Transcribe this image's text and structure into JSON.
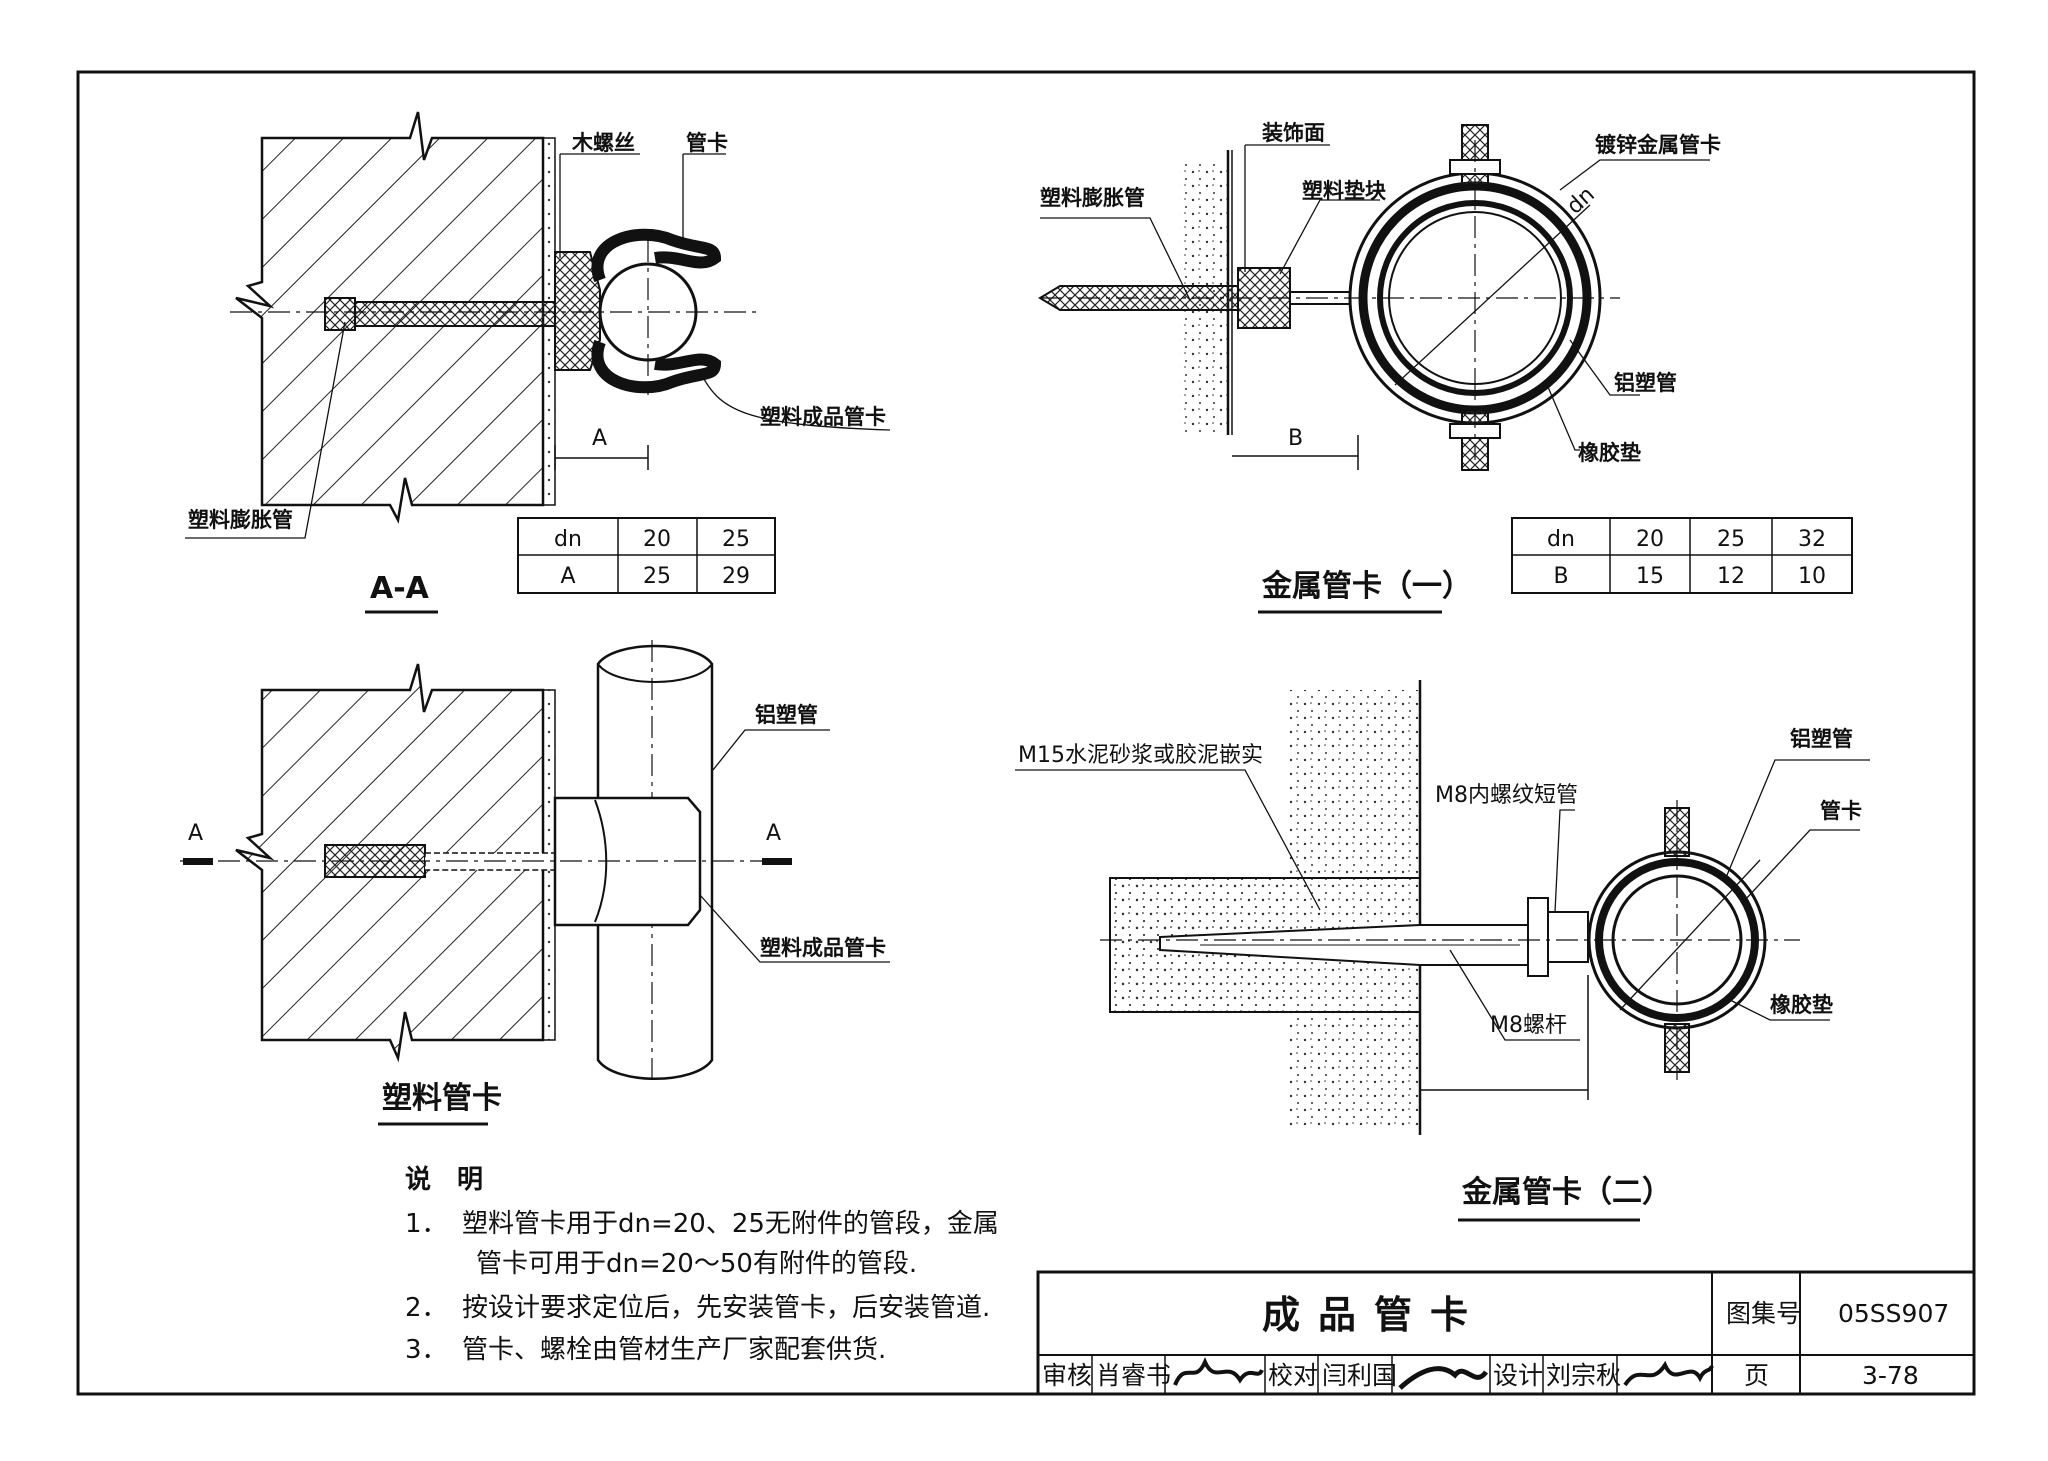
{
  "plastic_clamp": {
    "section_title": "A-A",
    "labels": {
      "wood_screw": "木螺丝",
      "clamp": "管卡",
      "finished_clamp": "塑料成品管卡",
      "expansion_tube": "塑料膨胀管",
      "dim": "A"
    },
    "table": {
      "rows": [
        [
          "dn",
          "20",
          "25"
        ],
        [
          "A",
          "25",
          "29"
        ]
      ]
    },
    "front_title": "塑料管卡",
    "front_labels": {
      "pipe": "铝塑管",
      "finished_clamp": "塑料成品管卡",
      "cut_left": "A",
      "cut_right": "A"
    }
  },
  "metal_clamp_1": {
    "title": "金属管卡（一）",
    "labels": {
      "decor_face": "装饰面",
      "galv_clamp": "镀锌金属管卡",
      "expansion_tube": "塑料膨胀管",
      "spacer": "塑料垫块",
      "pipe": "铝塑管",
      "rubber_pad": "橡胶垫",
      "dn": "dn",
      "dim": "B"
    },
    "table": {
      "rows": [
        [
          "dn",
          "20",
          "25",
          "32"
        ],
        [
          "B",
          "15",
          "12",
          "10"
        ]
      ]
    }
  },
  "metal_clamp_2": {
    "title": "金属管卡（二）",
    "labels": {
      "mortar": "M15水泥砂浆或胶泥嵌实",
      "pipe": "铝塑管",
      "thread_sleeve": "M8内螺纹短管",
      "clamp": "管卡",
      "rod": "M8螺杆",
      "rubber_pad": "橡胶垫"
    }
  },
  "notes": {
    "heading": "说　明",
    "items": [
      {
        "num": "1．",
        "text": "塑料管卡用于dn=20、25无附件的管段，金属"
      },
      {
        "num": "",
        "text": "管卡可用于dn=20～50有附件的管段."
      },
      {
        "num": "2．",
        "text": "按设计要求定位后，先安装管卡，后安装管道."
      },
      {
        "num": "3．",
        "text": "管卡、螺栓由管材生产厂家配套供货."
      }
    ]
  },
  "title_block": {
    "title": "成品管卡",
    "atlas_label": "图集号",
    "atlas_no": "05SS907",
    "page_label": "页",
    "page_no": "3-78",
    "review_label": "审核",
    "review_name": "肖睿书",
    "check_label": "校对",
    "check_name": "闫利国",
    "design_label": "设计",
    "design_name": "刘宗秋"
  }
}
